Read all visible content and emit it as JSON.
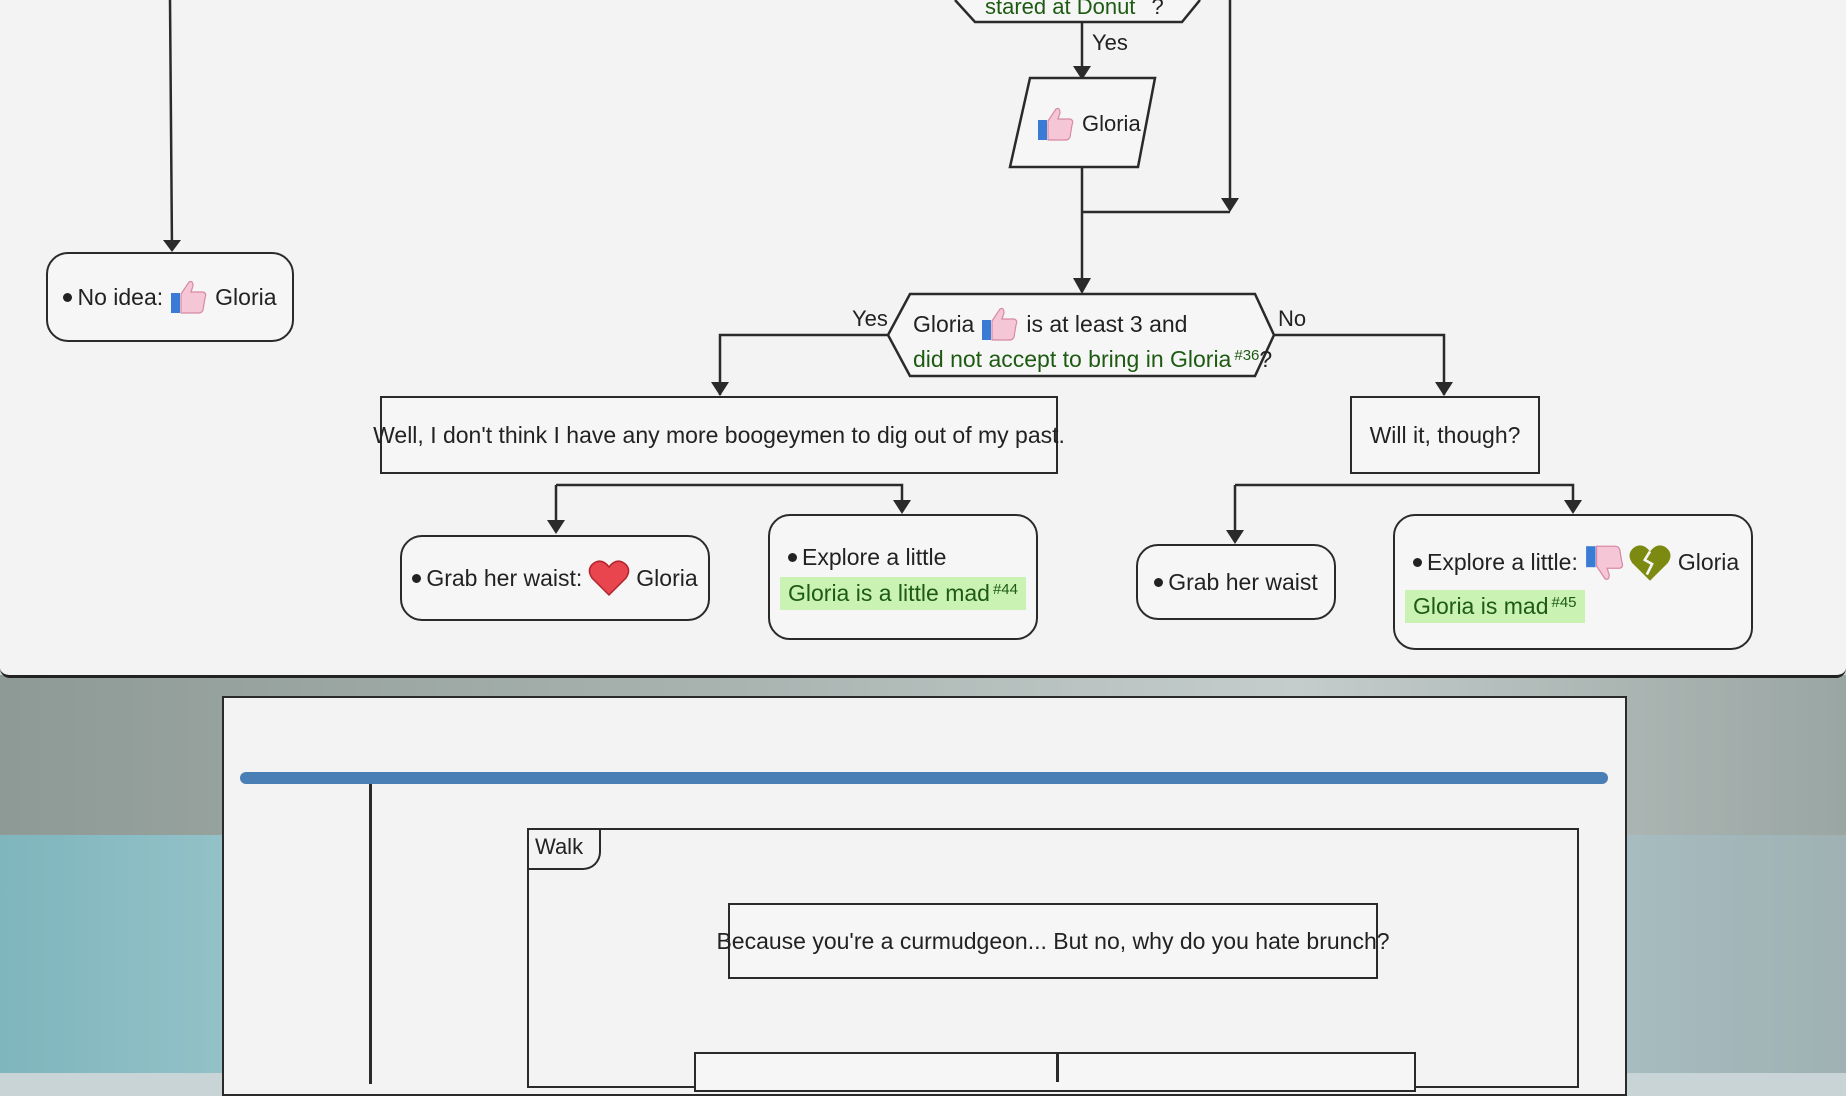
{
  "top_fragment": {
    "text": "stared at Donut",
    "suffix": "?"
  },
  "edge_labels": {
    "yes_top": "Yes",
    "yes_left": "Yes",
    "no_right": "No"
  },
  "gloria_like_node": {
    "label": "Gloria"
  },
  "no_idea_node": {
    "label": "No idea:",
    "suffix": "Gloria"
  },
  "decision": {
    "line1_prefix": "Gloria",
    "line1_suffix": "is at least 3 and",
    "line2": "did not accept to bring in Gloria",
    "line2_ref": "#36",
    "line2_suffix": "?"
  },
  "left_text_node": "Well, I don't think I have any more boogeymen to dig out of my past.",
  "right_text_node": "Will it, though?",
  "choices": {
    "grab_waist_left": {
      "label": "Grab her waist:",
      "suffix": "Gloria"
    },
    "explore_left": {
      "label": "Explore a little",
      "note": "Gloria is a little mad",
      "ref": "#44"
    },
    "grab_waist_right": {
      "label": "Grab her waist"
    },
    "explore_right": {
      "label": "Explore a little:",
      "suffix": "Gloria",
      "note": "Gloria is mad",
      "ref": "#45"
    }
  },
  "walk": {
    "tab": "Walk",
    "text": "Because you're a curmudgeon... But no, why do you hate brunch?"
  },
  "colors": {
    "accent_bar": "#4a7fb5",
    "note_highlight": "#c9f2b3",
    "note_text": "#1e5b12"
  },
  "icons": [
    "thumbs-up-icon",
    "thumbs-down-icon",
    "heart-icon",
    "broken-heart-icon"
  ]
}
